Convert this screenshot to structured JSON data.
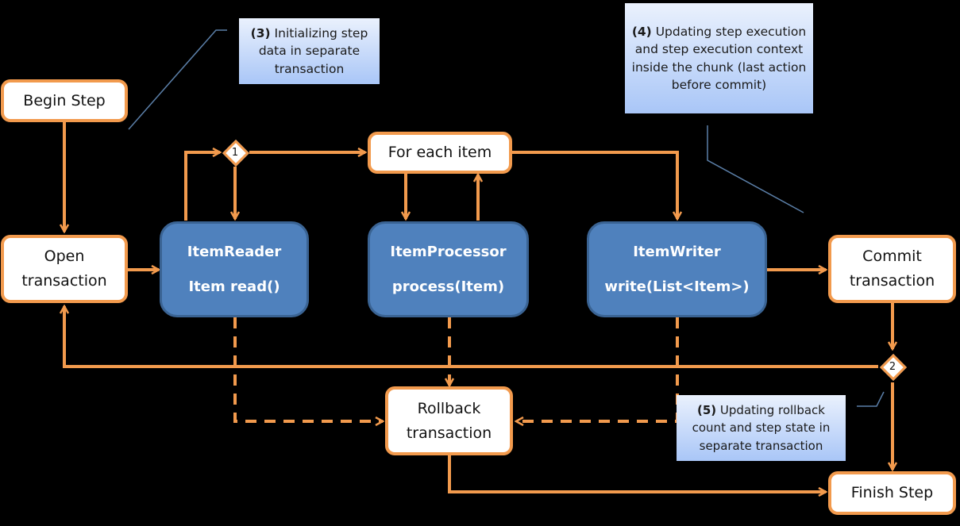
{
  "colors": {
    "background": "#000000",
    "flow": "#f29a4d",
    "component_fill": "#4f81bd",
    "note_fill_top": "#eaf1fd",
    "note_fill_bottom": "#a9c6f7",
    "callout_line": "#5b7fa8"
  },
  "nodes": {
    "begin_step": "Begin Step",
    "open_transaction": {
      "line1": "Open",
      "line2": "transaction"
    },
    "for_each_item": "For each item",
    "commit_transaction": {
      "line1": "Commit",
      "line2": "transaction"
    },
    "rollback_transaction": {
      "line1": "Rollback",
      "line2": "transaction"
    },
    "finish_step": "Finish Step"
  },
  "components": {
    "reader": {
      "title": "ItemReader",
      "method": "Item read()"
    },
    "processor": {
      "title": "ItemProcessor",
      "method": "process(Item)"
    },
    "writer": {
      "title": "ItemWriter",
      "method": "write(List<Item>)"
    }
  },
  "decisions": {
    "d1": "1",
    "d2": "2"
  },
  "notes": {
    "n3": {
      "num": "(3)",
      "text": " Initializing step data in separate transaction"
    },
    "n4": {
      "num": "(4)",
      "text": " Updating step execution and step execution context inside the chunk (last action before commit)"
    },
    "n5": {
      "num": "(5)",
      "text": " Updating rollback count and step state in separate transaction"
    }
  }
}
